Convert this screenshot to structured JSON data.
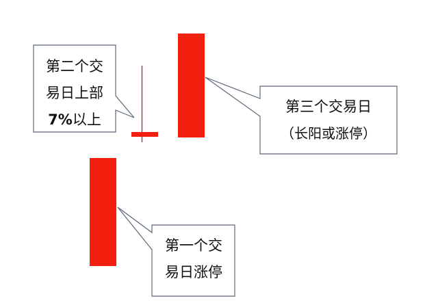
{
  "colors": {
    "candle_fill": "#f4200f",
    "candle_stroke": "#d81e0a",
    "doji_wick": "#b22417",
    "callout_border": "#5b6678",
    "callout_fill": "#ffffff",
    "text": "#111111"
  },
  "candles": [
    {
      "name": "day-1-candle",
      "role": "第一个交易日"
    },
    {
      "name": "day-2-candle",
      "role": "第二个交易日"
    },
    {
      "name": "day-3-candle",
      "role": "第三个交易日"
    }
  ],
  "callouts": {
    "day1": {
      "line1": "第一个交",
      "line2": "易日涨停"
    },
    "day2": {
      "line1": "第二个交",
      "line2": "易日上部",
      "line3_num": "7%",
      "line3_rest": "以上"
    },
    "day3": {
      "line1": "第三个交易日",
      "line2": "（长阳或涨停）"
    }
  }
}
